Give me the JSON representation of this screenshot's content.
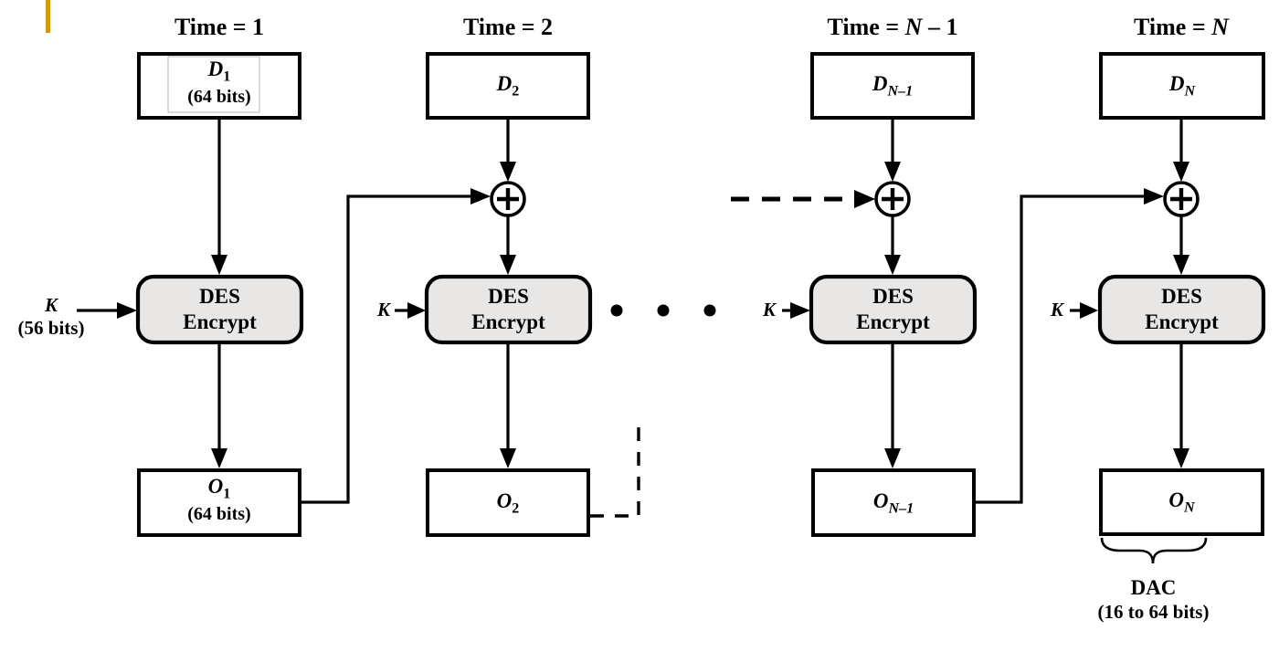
{
  "diagram_type": "flow-diagram",
  "subject": "DES cipher-block-chained Data Authentication Code (DAC) generation",
  "colors": {
    "background": "#ffffff",
    "line": "#000000",
    "des_box_fill": "#e8e7e5",
    "accent_bar": "#d29a0b",
    "faint_inner_border": "#c0c0c0"
  },
  "columns": [
    {
      "time_label": {
        "prefix": "Time = ",
        "var": "",
        "suffix": "1"
      },
      "data_block": {
        "var": "D",
        "sub": "1",
        "note": "(64 bits)"
      },
      "key": {
        "var": "K",
        "note": "(56 bits)"
      },
      "des": {
        "line1": "DES",
        "line2": "Encrypt"
      },
      "output_block": {
        "var": "O",
        "sub": "1",
        "note": "(64 bits)"
      }
    },
    {
      "time_label": {
        "prefix": "Time = ",
        "var": "",
        "suffix": "2"
      },
      "data_block": {
        "var": "D",
        "sub": "2"
      },
      "key": {
        "var": "K"
      },
      "des": {
        "line1": "DES",
        "line2": "Encrypt"
      },
      "output_block": {
        "var": "O",
        "sub": "2"
      }
    },
    {
      "time_label": {
        "prefix": "Time = ",
        "var": "N",
        "suffix": " – 1"
      },
      "data_block": {
        "var": "D",
        "sub": "N–1"
      },
      "key": {
        "var": "K"
      },
      "des": {
        "line1": "DES",
        "line2": "Encrypt"
      },
      "output_block": {
        "var": "O",
        "sub": "N–1"
      }
    },
    {
      "time_label": {
        "prefix": "Time = ",
        "var": "N",
        "suffix": ""
      },
      "data_block": {
        "var": "D",
        "sub": "N"
      },
      "key": {
        "var": "K"
      },
      "des": {
        "line1": "DES",
        "line2": "Encrypt"
      },
      "output_block": {
        "var": "O",
        "sub": "N"
      },
      "dac": {
        "label": "DAC",
        "note": "(16 to 64 bits)"
      }
    }
  ],
  "symbols": {
    "xor": "⊕",
    "ellipsis_dots": 3
  }
}
